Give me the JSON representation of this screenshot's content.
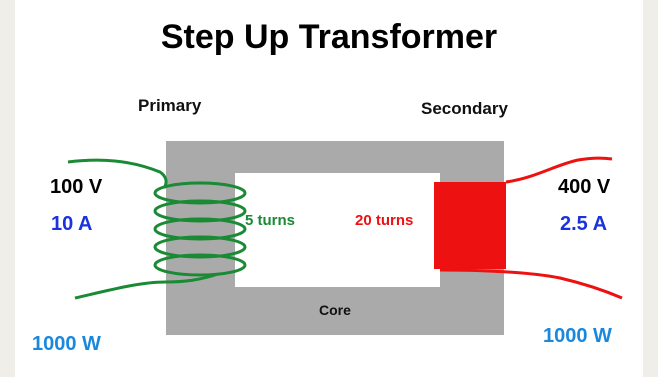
{
  "title": "Step Up Transformer",
  "primary": {
    "label": "Primary",
    "voltage": "100 V",
    "current": "10 A",
    "turns": "5 turns",
    "power": "1000 W"
  },
  "secondary": {
    "label": "Secondary",
    "voltage": "400 V",
    "current": "2.5 A",
    "turns": "20 turns",
    "power": "1000 W"
  },
  "core_label": "Core",
  "colors": {
    "primary_coil": "#1a8a35",
    "secondary_coil": "#ee1111",
    "core": "#aaaaaa",
    "current_text": "#1a33dd",
    "power_text": "#1a88dd",
    "primary_turns_text": "#1a8a35",
    "secondary_turns_text": "#ee1111",
    "background": "#efeee9",
    "panel": "#ffffff"
  }
}
